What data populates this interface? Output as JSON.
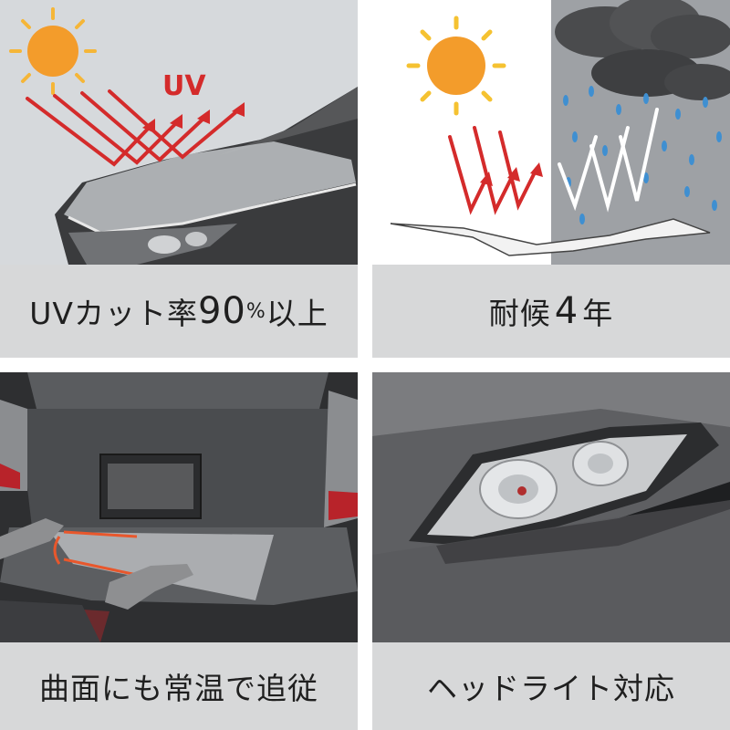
{
  "panels": [
    {
      "caption_a": "UVカット率",
      "caption_b": "90",
      "caption_c": "%",
      "caption_d": "以上",
      "label_uv": "UV",
      "illustration": "car-hood-uv-sun-icon"
    },
    {
      "caption_a": "耐候",
      "caption_b": "4",
      "caption_c": "年",
      "illustration": "sun-and-rain-weather-icon"
    },
    {
      "caption": "曲面にも常温で追従",
      "illustration": "rear-bumper-gloved-hands-icon"
    },
    {
      "caption": "ヘッドライト対応",
      "illustration": "car-headlight-icon"
    }
  ],
  "colors": {
    "red_arrow": "#d42b2b",
    "sun": "#f5a623",
    "caption_bg": "#d7d8d9",
    "car_body": "#3b3c3e"
  }
}
